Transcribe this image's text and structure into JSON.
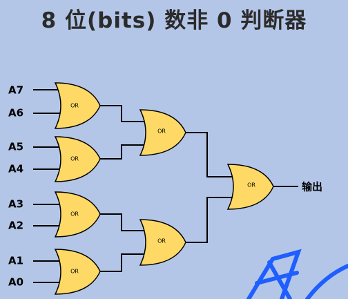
{
  "title": "8 位(bits) 数非 0 判断器",
  "inputs": [
    "A7",
    "A6",
    "A5",
    "A4",
    "A3",
    "A2",
    "A1",
    "A0"
  ],
  "output_label": "输出",
  "gate_label": "OR",
  "colors": {
    "background": "#b4c6e7",
    "gate_fill": "#ffd966",
    "accent": "#1f5eff"
  }
}
